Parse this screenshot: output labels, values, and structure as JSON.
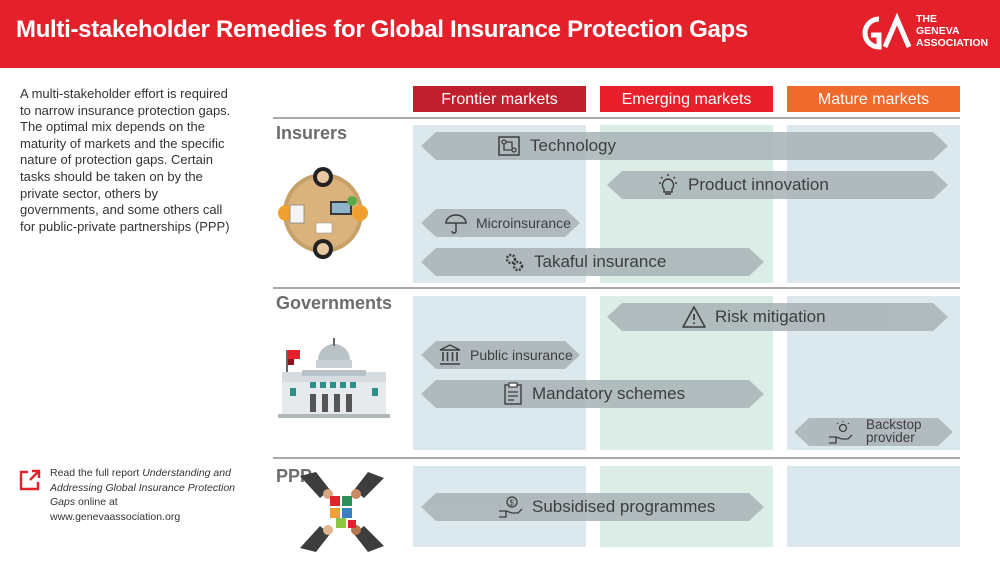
{
  "header": {
    "title": "Multi-stakeholder Remedies for Global Insurance Protection Gaps",
    "logo": {
      "line1": "THE",
      "line2": "GENEVA",
      "line3": "ASSOCIATION"
    }
  },
  "intro_text": "A multi-stakeholder effort is required to narrow insurance protection gaps. The optimal mix depends on the maturity of markets and the specific nature of protection gaps. Certain tasks should be taken on by the private sector, others by governments, and some others call for public-private partnerships (PPP)",
  "report": {
    "prefix": "Read the full report ",
    "title": "Understanding and Addressing Global Insurance Protection Gaps",
    "suffix": " online at www.genevaassociation.org"
  },
  "columns": [
    {
      "label": "Frontier markets",
      "color": "#c0202e"
    },
    {
      "label": "Emerging markets",
      "color": "#e8202b"
    },
    {
      "label": "Mature markets",
      "color": "#ef6a2b"
    }
  ],
  "sections": {
    "insurers": {
      "label": "Insurers",
      "bars": [
        {
          "label": "Technology",
          "icon": "circuit-icon",
          "markets": [
            "Frontier markets",
            "Emerging markets",
            "Mature markets"
          ]
        },
        {
          "label": "Product innovation",
          "icon": "lightbulb-icon",
          "markets": [
            "Emerging markets",
            "Mature markets"
          ]
        },
        {
          "label": "Microinsurance",
          "icon": "umbrella-icon",
          "markets": [
            "Frontier markets"
          ]
        },
        {
          "label": "Takaful insurance",
          "icon": "gears-icon",
          "markets": [
            "Frontier markets",
            "Emerging markets"
          ]
        }
      ]
    },
    "governments": {
      "label": "Governments",
      "bars": [
        {
          "label": "Risk mitigation",
          "icon": "warning-icon",
          "markets": [
            "Emerging markets",
            "Mature markets"
          ]
        },
        {
          "label": "Public insurance",
          "icon": "bank-icon",
          "markets": [
            "Frontier markets"
          ]
        },
        {
          "label": "Mandatory schemes",
          "icon": "clipboard-icon",
          "markets": [
            "Frontier markets",
            "Emerging markets"
          ]
        },
        {
          "label": "Backstop provider",
          "label_line1": "Backstop",
          "label_line2": "provider",
          "icon": "hand-coin-icon",
          "markets": [
            "Mature markets"
          ]
        }
      ]
    },
    "ppp": {
      "label": "PPP",
      "bars": [
        {
          "label": "Subsidised programmes",
          "icon": "hand-dollar-icon",
          "markets": [
            "Frontier markets",
            "Emerging markets"
          ]
        }
      ]
    }
  },
  "colors": {
    "header": "#e4202b",
    "column_bg": "#dbe9ee",
    "bar": "#acb6b9",
    "rule": "#a9a9a9"
  }
}
